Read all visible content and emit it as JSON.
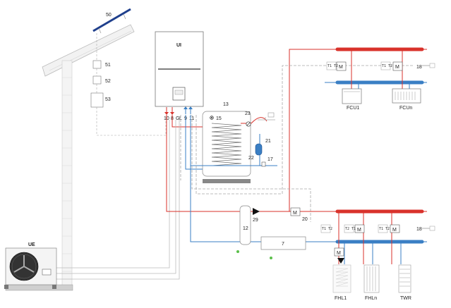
{
  "unit_labels": {
    "indoor_unit": "UI",
    "outdoor_unit": "UE"
  },
  "numbers": {
    "n50": "50",
    "n51": "51",
    "n52": "52",
    "n53": "53",
    "n13": "13",
    "n15": "15",
    "n23": "23",
    "n21": "21",
    "n22": "22",
    "n17": "17",
    "n18a": "18",
    "n18b": "18",
    "n12": "12",
    "n29": "29",
    "n20": "20",
    "n7": "7",
    "t10": "10",
    "t8": "8",
    "tG": "G",
    "tL": "L",
    "t9": "9",
    "t11": "11"
  },
  "terminals": {
    "fcu1": "FCU1",
    "fcun": "FCUn",
    "fhl1": "FHL1",
    "fhln": "FHLn",
    "twr": "TWR"
  },
  "valve_mark": "M",
  "thermostat_marks": {
    "t1": "T1 T2",
    "t2": "T1 T2",
    "t3": "T1 T2",
    "t4": "T2 T1",
    "t5": "T1 T2"
  },
  "colors": {
    "hot": "#d9322b",
    "cold": "#3a7fc4",
    "control": "#9a9a9a",
    "panel": "#1f3f8c"
  }
}
